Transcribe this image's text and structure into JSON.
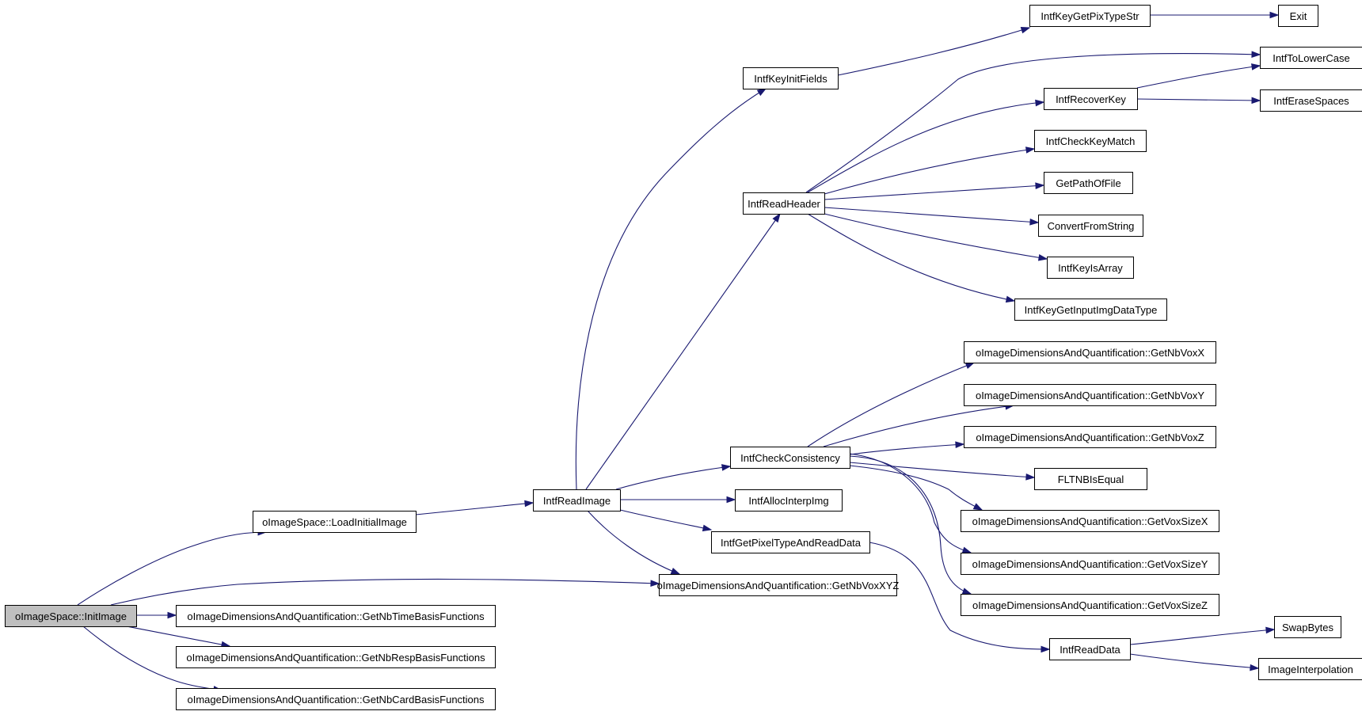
{
  "graph": {
    "nodes": [
      {
        "id": "n0",
        "label": "oImageSpace::InitImage",
        "root": true
      },
      {
        "id": "n1",
        "label": "oImageSpace::LoadInitialImage"
      },
      {
        "id": "n2",
        "label": "oImageDimensionsAndQuantification::GetNbVoxXYZ"
      },
      {
        "id": "n3",
        "label": "oImageDimensionsAndQuantification::GetNbTimeBasisFunctions"
      },
      {
        "id": "n4",
        "label": "oImageDimensionsAndQuantification::GetNbRespBasisFunctions"
      },
      {
        "id": "n5",
        "label": "oImageDimensionsAndQuantification::GetNbCardBasisFunctions"
      },
      {
        "id": "n6",
        "label": "IntfReadImage"
      },
      {
        "id": "n7",
        "label": "IntfKeyInitFields"
      },
      {
        "id": "n8",
        "label": "IntfReadHeader"
      },
      {
        "id": "n9",
        "label": "IntfCheckConsistency"
      },
      {
        "id": "n10",
        "label": "IntfAllocInterpImg"
      },
      {
        "id": "n11",
        "label": "IntfGetPixelTypeAndReadData"
      },
      {
        "id": "n12",
        "label": "IntfKeyGetPixTypeStr"
      },
      {
        "id": "n13",
        "label": "Exit"
      },
      {
        "id": "n14",
        "label": "IntfToLowerCase"
      },
      {
        "id": "n15",
        "label": "IntfRecoverKey"
      },
      {
        "id": "n16",
        "label": "IntfEraseSpaces"
      },
      {
        "id": "n17",
        "label": "IntfCheckKeyMatch"
      },
      {
        "id": "n18",
        "label": "GetPathOfFile"
      },
      {
        "id": "n19",
        "label": "ConvertFromString"
      },
      {
        "id": "n20",
        "label": "IntfKeyIsArray"
      },
      {
        "id": "n21",
        "label": "IntfKeyGetInputImgDataType"
      },
      {
        "id": "n22",
        "label": "oImageDimensionsAndQuantification::GetNbVoxX"
      },
      {
        "id": "n23",
        "label": "oImageDimensionsAndQuantification::GetNbVoxY"
      },
      {
        "id": "n24",
        "label": "oImageDimensionsAndQuantification::GetNbVoxZ"
      },
      {
        "id": "n25",
        "label": "FLTNBIsEqual"
      },
      {
        "id": "n26",
        "label": "oImageDimensionsAndQuantification::GetVoxSizeX"
      },
      {
        "id": "n27",
        "label": "oImageDimensionsAndQuantification::GetVoxSizeY"
      },
      {
        "id": "n28",
        "label": "oImageDimensionsAndQuantification::GetVoxSizeZ"
      },
      {
        "id": "n29",
        "label": "IntfReadData"
      },
      {
        "id": "n30",
        "label": "SwapBytes"
      },
      {
        "id": "n31",
        "label": "ImageInterpolation"
      }
    ],
    "edges": [
      {
        "from": "n0",
        "to": "n1"
      },
      {
        "from": "n0",
        "to": "n2"
      },
      {
        "from": "n0",
        "to": "n3"
      },
      {
        "from": "n0",
        "to": "n4"
      },
      {
        "from": "n0",
        "to": "n5"
      },
      {
        "from": "n1",
        "to": "n6"
      },
      {
        "from": "n6",
        "to": "n7"
      },
      {
        "from": "n6",
        "to": "n8"
      },
      {
        "from": "n6",
        "to": "n9"
      },
      {
        "from": "n6",
        "to": "n10"
      },
      {
        "from": "n6",
        "to": "n11"
      },
      {
        "from": "n6",
        "to": "n2"
      },
      {
        "from": "n7",
        "to": "n12"
      },
      {
        "from": "n12",
        "to": "n13"
      },
      {
        "from": "n8",
        "to": "n14"
      },
      {
        "from": "n8",
        "to": "n15"
      },
      {
        "from": "n8",
        "to": "n17"
      },
      {
        "from": "n8",
        "to": "n18"
      },
      {
        "from": "n8",
        "to": "n19"
      },
      {
        "from": "n8",
        "to": "n20"
      },
      {
        "from": "n8",
        "to": "n21"
      },
      {
        "from": "n15",
        "to": "n14"
      },
      {
        "from": "n15",
        "to": "n16"
      },
      {
        "from": "n9",
        "to": "n22"
      },
      {
        "from": "n9",
        "to": "n23"
      },
      {
        "from": "n9",
        "to": "n24"
      },
      {
        "from": "n9",
        "to": "n25"
      },
      {
        "from": "n9",
        "to": "n26"
      },
      {
        "from": "n9",
        "to": "n27"
      },
      {
        "from": "n9",
        "to": "n28"
      },
      {
        "from": "n11",
        "to": "n29"
      },
      {
        "from": "n29",
        "to": "n30"
      },
      {
        "from": "n29",
        "to": "n31"
      }
    ]
  }
}
